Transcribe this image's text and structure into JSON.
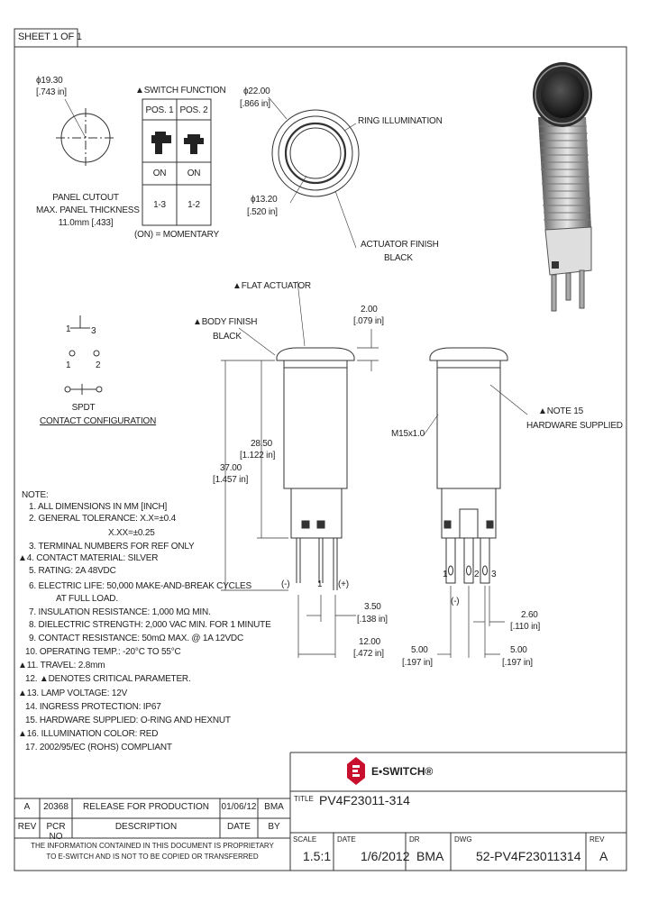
{
  "sheet": "SHEET 1 OF 1",
  "cutout": {
    "dia": "ϕ19.30",
    "dia_in": "[.743 in]",
    "label1": "PANEL CUTOUT",
    "label2": "MAX. PANEL THICKNESS",
    "label3": "11.0mm [.433]"
  },
  "switch_function": {
    "title": "▲SWITCH FUNCTION",
    "headers": [
      "POS. 1",
      "POS. 2"
    ],
    "states": [
      "ON",
      "ON"
    ],
    "circuits": [
      "1-3",
      "1-2"
    ],
    "footnote": "(ON) = MOMENTARY"
  },
  "front_view": {
    "outer_dia": "ϕ22.00",
    "outer_dia_in": "[.866 in]",
    "ring": "RING ILLUMINATION",
    "inner_dia": "ϕ13.20",
    "inner_dia_in": "[.520 in]",
    "actuator1": "ACTUATOR FINISH",
    "actuator2": "BLACK"
  },
  "contact": {
    "t1": "1",
    "t3": "3",
    "t1b": "1",
    "t2": "2",
    "type": "SPDT",
    "label": "CONTACT CONFIGURATION"
  },
  "side_view": {
    "flat": "▲FLAT ACTUATOR",
    "body1": "▲BODY FINISH",
    "body2": "BLACK",
    "d200": "2.00",
    "d200_in": "[.079 in]",
    "d2850": "28.50",
    "d2850_in": "[1.122 in]",
    "d3700": "37.00",
    "d3700_in": "[1.457 in]",
    "minus": "(-)",
    "one": "1",
    "plus": "(+)",
    "d350": "3.50",
    "d350_in": "[.138 in]",
    "d1200": "12.00",
    "d1200_in": "[.472 in]"
  },
  "right_view": {
    "note15": "▲NOTE 15",
    "hw": "HARDWARE SUPPLIED",
    "thread": "M15x1.0",
    "p1": "1",
    "p2": "2",
    "p3": "3",
    "minus": "(-)",
    "d260": "2.60",
    "d260_in": "[.110 in]",
    "d500a": "5.00",
    "d500a_in": "[.197 in]",
    "d500b": "5.00",
    "d500b_in": "[.197 in]"
  },
  "notes": {
    "title": "NOTE:",
    "items": [
      "1. ALL DIMENSIONS IN MM [INCH]",
      "2. GENERAL TOLERANCE: X.X=±0.4",
      "X.XX=±0.25",
      "3. TERMINAL NUMBERS FOR REF ONLY",
      "▲4. CONTACT MATERIAL: SILVER",
      "5. RATING: 2A 48VDC",
      "6. ELECTRIC LIFE: 50,000 MAKE-AND-BREAK CYCLES",
      "AT FULL LOAD.",
      "7. INSULATION RESISTANCE: 1,000 MΩ MIN.",
      "8. DIELECTRIC STRENGTH: 2,000 VAC MIN. FOR 1 MINUTE",
      "9. CONTACT RESISTANCE: 50mΩ MAX. @ 1A 12VDC",
      "10. OPERATING TEMP.: -20°C TO 55°C",
      "▲11. TRAVEL: 2.8mm",
      "12. ▲DENOTES CRITICAL PARAMETER.",
      "▲13. LAMP VOLTAGE: 12V",
      "14. INGRESS PROTECTION: IP67",
      "15. HARDWARE SUPPLIED: O-RING AND HEXNUT",
      "▲16. ILLUMINATION COLOR: RED",
      "17. 2002/95/EC (ROHS) COMPLIANT"
    ]
  },
  "revision": {
    "row": [
      "A",
      "20368",
      "RELEASE FOR PRODUCTION",
      "01/06/12",
      "BMA"
    ],
    "headers": [
      "REV",
      "PCR NO",
      "DESCRIPTION",
      "DATE",
      "BY"
    ],
    "proprietary1": "THE INFORMATION CONTAINED IN THIS DOCUMENT IS PROPRIETARY",
    "proprietary2": "TO E-SWITCH AND IS NOT TO BE COPIED OR TRANSFERRED"
  },
  "title_block": {
    "brand": "E•SWITCH®",
    "title_label": "TITLE",
    "title": "PV4F23011-314",
    "scale_label": "SCALE",
    "scale": "1.5:1",
    "date_label": "DATE",
    "date": "1/6/2012",
    "dr_label": "DR",
    "dr": "BMA",
    "dwg_label": "DWG",
    "dwg": "52-PV4F23011314",
    "rev_label": "REV",
    "rev": "A"
  }
}
